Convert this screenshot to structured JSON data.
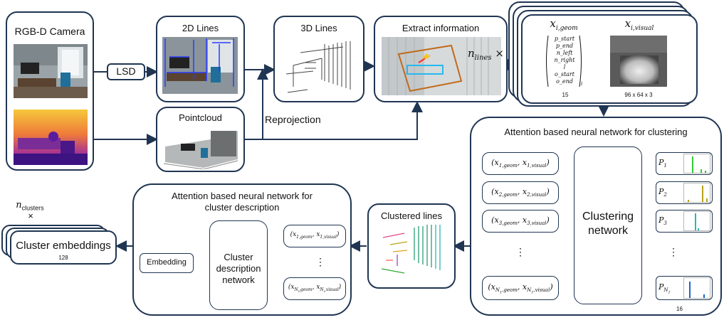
{
  "rgbd": {
    "title": "RGB-D Camera"
  },
  "lsd": {
    "label": "LSD"
  },
  "lines2d": {
    "title": "2D Lines"
  },
  "lines3d": {
    "title": "3D Lines"
  },
  "extract": {
    "title": "Extract information"
  },
  "pointcloud": {
    "title": "Pointcloud"
  },
  "reprojection": {
    "label": "Reprojection"
  },
  "nlines": {
    "label": "n",
    "sub": "lines",
    "times": "×"
  },
  "features": {
    "geom_title": "x",
    "geom_sub": "i,geom",
    "visual_title": "x",
    "visual_sub": "i,visual",
    "vector": [
      "p_start",
      "p_end",
      "n_left",
      "n_right",
      "l",
      "o_start",
      "o_end"
    ],
    "vector_sub": "i",
    "geom_dim": "15",
    "visual_dim": "96 x 64 x 3"
  },
  "clustering_panel": {
    "title": "Attention based neural network for clustering",
    "network_label_1": "Clustering",
    "network_label_2": "network",
    "inputs": [
      "(x1,geom, x1,visual)",
      "(x2,geom, x2,visual)",
      "(x3,geom, x3,visual)",
      "(xN1,geom, xN1,visual)"
    ],
    "input_main": [
      "x",
      "x"
    ],
    "input_indices": [
      "1",
      "2",
      "3",
      "N"
    ],
    "input_geom": "geom",
    "input_visual": "visual",
    "outputs": [
      "P1",
      "P2",
      "P3",
      "PN1"
    ],
    "output_letter": "P",
    "output_subs": [
      "1",
      "2",
      "3",
      "N"
    ],
    "dots": "⋮",
    "dim": "16"
  },
  "clustered": {
    "title": "Clustered lines"
  },
  "description_panel": {
    "title_line1": "Attention based neural network for",
    "title_line2": "cluster description",
    "network_line1": "Cluster",
    "network_line2": "description",
    "network_line3": "network",
    "embedding": "Embedding",
    "input1": "(x1,geom, x1,visual)",
    "input2": "(xNi,geom, xNi,visual)",
    "dots": "⋮"
  },
  "clusters": {
    "n": "n",
    "sub": "clusters",
    "times": "×",
    "title": "Cluster embeddings",
    "dim": "128"
  },
  "colors": {
    "stroke": "#1f3552",
    "green": "#33cc33",
    "olive": "#b8a21a",
    "teal": "#2fb3b3",
    "blue": "#1a66cc"
  }
}
